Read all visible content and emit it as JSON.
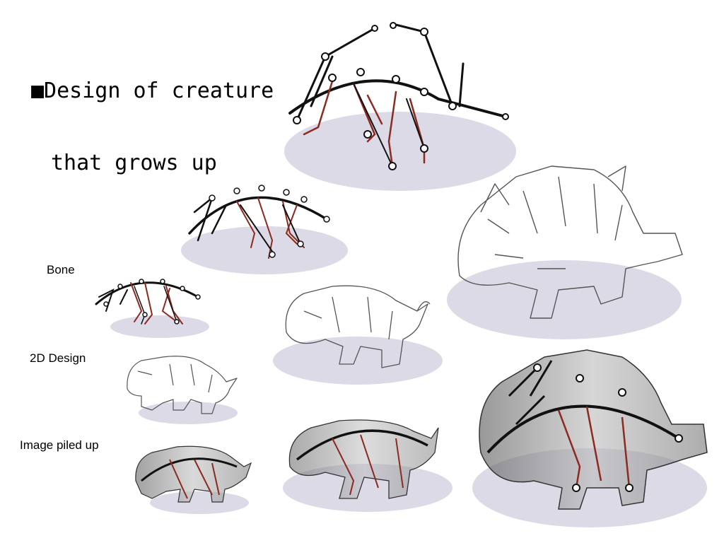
{
  "title": {
    "line1": "■Design of creature",
    "line2": "that grows up"
  },
  "row_labels": {
    "bone": "Bone",
    "design": "2D Design",
    "piled": "Image piled up"
  },
  "colors": {
    "ground_shadow": "#dcdae6",
    "bone_dark": "#111111",
    "bone_red": "#8b2a1e",
    "sketch_line": "#444444",
    "pile_gray": "#8c8c8c"
  },
  "stages": [
    "small",
    "medium",
    "large"
  ]
}
